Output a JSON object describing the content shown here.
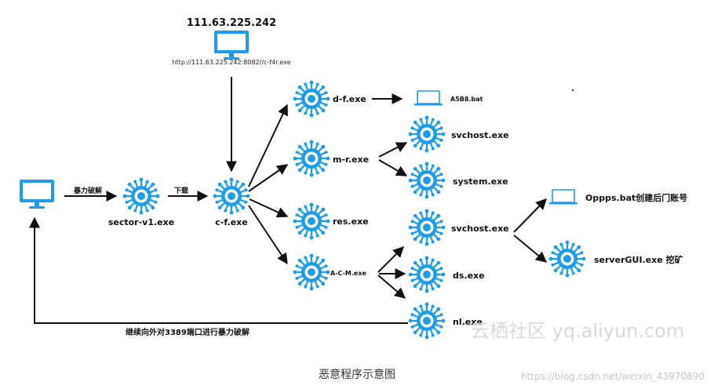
{
  "colors": {
    "node": "#1e9be9",
    "arrow": "#111111",
    "text": "#111111"
  },
  "icons": {
    "process": "virus-icon",
    "host": "monitor-icon",
    "file": "laptop-icon"
  },
  "server": {
    "ip": "111.63.225.242",
    "url": "http://111.63.225.242:8082//c-f4r.exe"
  },
  "edges": {
    "brute": "暴力破解",
    "download": "下载",
    "loop": "继续向外对3389端口进行暴力破解"
  },
  "nodes": {
    "sector": "sector-v1.exe",
    "cf": "c-f.exe",
    "df": "d-f.exe",
    "a5b8": "A5B8.bat",
    "mr": "m-r.exe",
    "svchost1": "svchost.exe",
    "system": "system.exe",
    "res": "res.exe",
    "acm": "A-C-M.exe",
    "svchost2": "svchost.exe",
    "ds": "ds.exe",
    "nl": "nl.exe",
    "oppp": "Oppps.bat创建后门账号",
    "gui": "serverGUI.exe 挖矿"
  },
  "watermarks": {
    "main": "云栖社区 yq.aliyun.com",
    "blog": "https://blog.csdn.net/weixin_43970890"
  },
  "caption": "恶意程序示意图"
}
